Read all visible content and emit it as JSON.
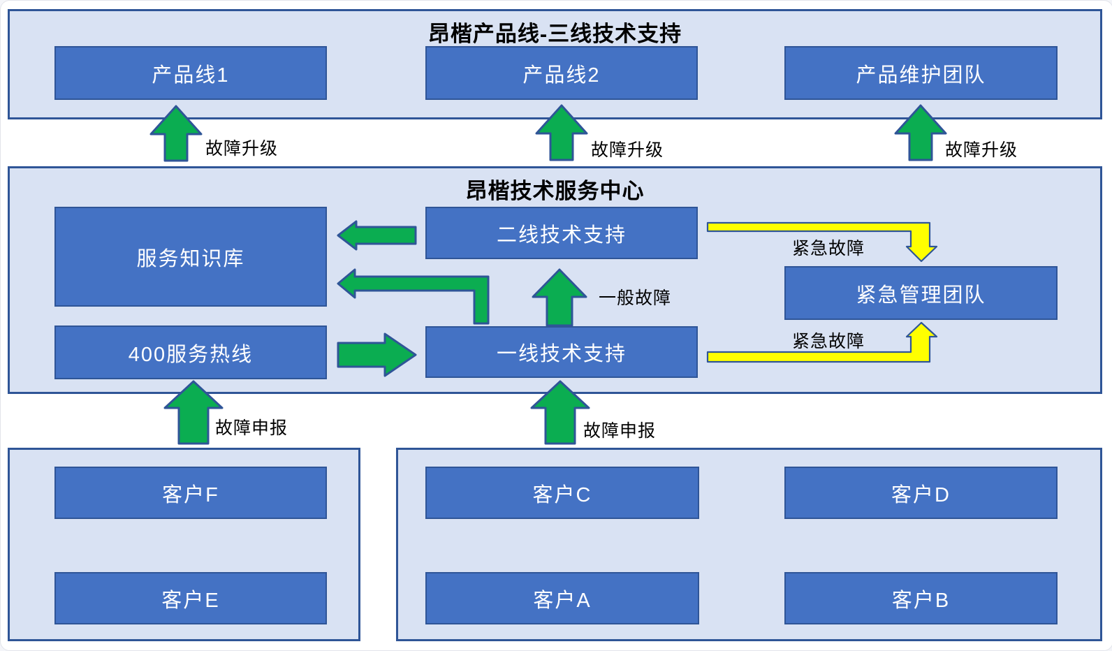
{
  "colors": {
    "box_fill": "#4472C4",
    "box_border": "#2F5597",
    "box_text": "#FFFFFF",
    "container_fill": "#D9E2F3",
    "container_border": "#2F5597",
    "green_arrow": "#0BAD51",
    "yellow_arrow": "#FFFF00",
    "arrow_border": "#2F5597",
    "label_text": "#000000"
  },
  "sections": {
    "product_lines": {
      "title": "昂楷产品线-三线技术支持",
      "boxes": [
        "产品线1",
        "产品线2",
        "产品维护团队"
      ]
    },
    "service_center": {
      "title": "昂楷技术服务中心",
      "boxes": [
        "服务知识库",
        "二线技术支持",
        "紧急管理团队",
        "400服务热线",
        "一线技术支持"
      ]
    },
    "customers_left": {
      "boxes": [
        "客户F",
        "客户E"
      ]
    },
    "customers_right": {
      "boxes": [
        "客户C",
        "客户D",
        "客户A",
        "客户B"
      ]
    }
  },
  "labels": {
    "escalation_1": "故障升级",
    "escalation_2": "故障升级",
    "escalation_3": "故障升级",
    "emergency_top": "紧急故障",
    "emergency_bottom": "紧急故障",
    "general_fault": "一般故障",
    "report_left": "故障申报",
    "report_right": "故障申报"
  }
}
